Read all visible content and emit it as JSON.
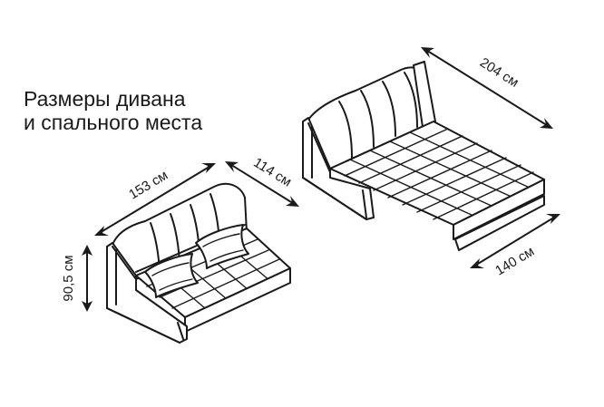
{
  "title": {
    "line1": "Размеры дивана",
    "line2": "и спального места"
  },
  "dimensions": {
    "sofa_width": "153 см",
    "sofa_depth": "114 см",
    "sofa_height": "90,5 см",
    "bed_length": "204 см",
    "bed_width": "140 см"
  },
  "colors": {
    "ink": "#1a1a1a",
    "background": "#ffffff"
  }
}
